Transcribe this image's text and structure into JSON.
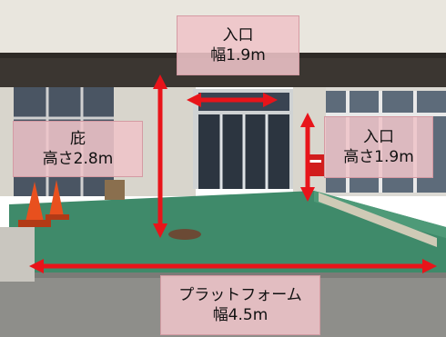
{
  "labels": {
    "entrance_top": {
      "line1": "入口",
      "line2": "幅1.9m"
    },
    "eave": {
      "line1": "庇",
      "line2": "高さ2.8m"
    },
    "entrance_right": {
      "line1": "入口",
      "line2": "高さ1.9m"
    },
    "platform": {
      "line1": "プラットフォーム",
      "line2": "幅4.5m"
    }
  },
  "colors": {
    "arrow": "#e8141a",
    "label_fill": "#eec4c8",
    "platform_green": "#3f8a6a",
    "wall": "#e7e4dc",
    "canopy": "#3a3530",
    "asphalt": "#8c8c88"
  },
  "icons": {
    "cone": "traffic-cone-icon",
    "mailbox": "mailbox-icon",
    "manhole": "manhole-icon"
  }
}
